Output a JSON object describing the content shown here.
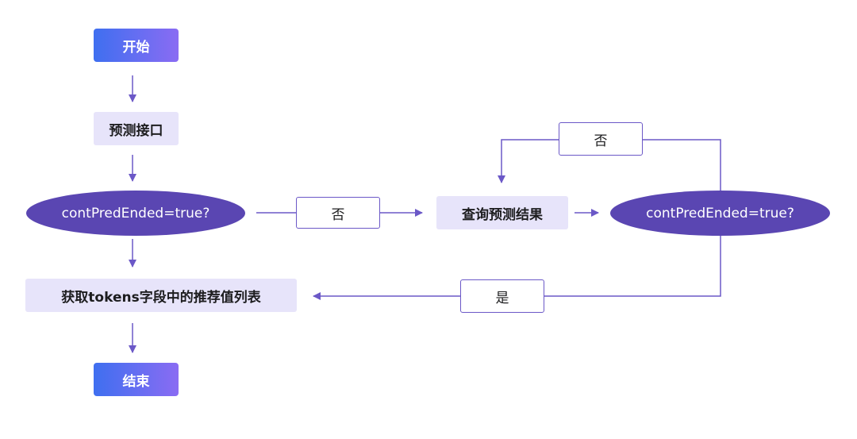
{
  "nodes": {
    "start": "开始",
    "predict_api": "预测接口",
    "decision_left": "contPredEnded=true?",
    "query_result": "查询预测结果",
    "decision_right": "contPredEnded=true?",
    "get_tokens": "获取tokens字段中的推荐值列表",
    "end": "结束"
  },
  "edge_labels": {
    "no_to_query": "否",
    "no_loop": "否",
    "yes_to_tokens": "是"
  },
  "colors": {
    "gradient_start": "#3f6ff0",
    "gradient_end": "#8a6cf3",
    "process_fill": "#e7e4fa",
    "decision_fill": "#5a46b2",
    "edge": "#6b58c7"
  }
}
